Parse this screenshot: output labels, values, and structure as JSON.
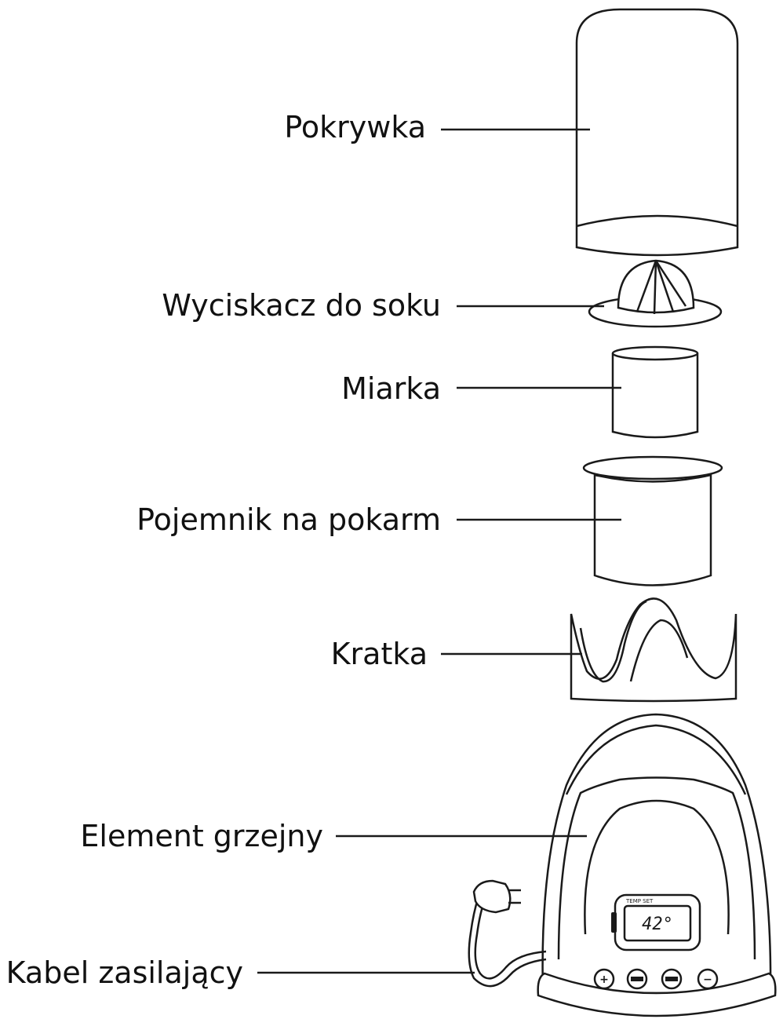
{
  "labels": {
    "lid": "Pokrywka",
    "juicer": "Wyciskacz do soku",
    "measuring_cup": "Miarka",
    "food_container": "Pojemnik na pokarm",
    "grate": "Kratka",
    "heating_element": "Element grzejny",
    "power_cable": "Kabel zasilający"
  },
  "display": {
    "temperature": "42°"
  },
  "buttons": {
    "plus": "+",
    "minus": "−"
  }
}
